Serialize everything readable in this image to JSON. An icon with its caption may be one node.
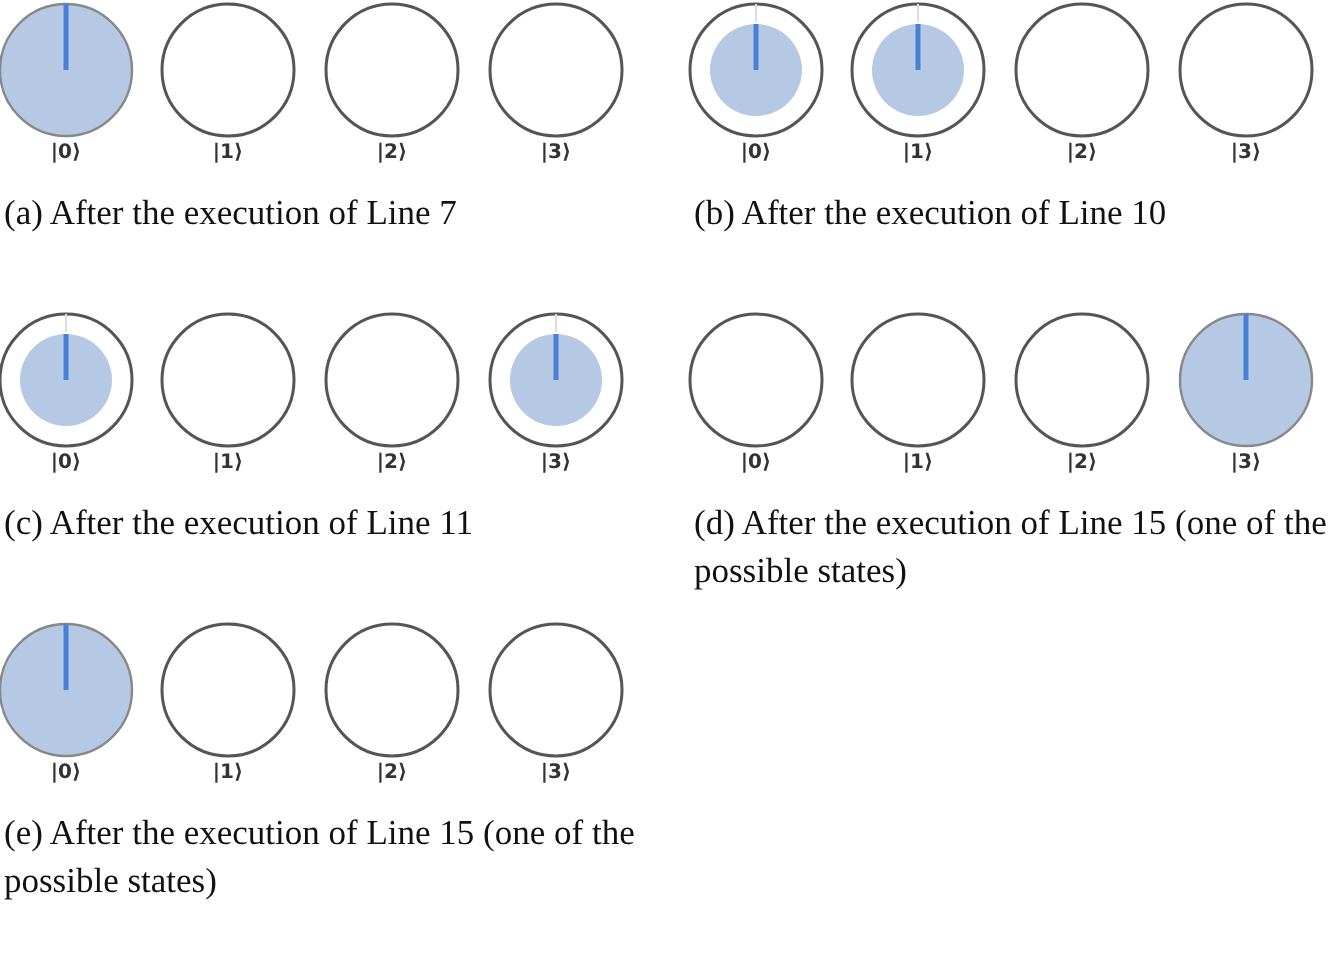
{
  "diagram": {
    "labels": [
      "|0⟩",
      "|1⟩",
      "|2⟩",
      "|3⟩",
      "|0⟩",
      "|1⟩",
      "|2⟩",
      "|3⟩",
      "(a) After the execution of Line 7",
      "(b) After the execution of Line 10",
      "|0⟩",
      "|1⟩",
      "|2⟩",
      "|3⟩",
      "|0⟩",
      "|1⟩",
      "|2⟩",
      "|3⟩",
      "(c) After the execution of Line 11",
      "(d) After the execution of Line 15 (one of the possible states)",
      "|0⟩",
      "|1⟩",
      "|2⟩",
      "|3⟩",
      "(e) After the execution of Line 15 (one of the possible states)"
    ]
  }
}
